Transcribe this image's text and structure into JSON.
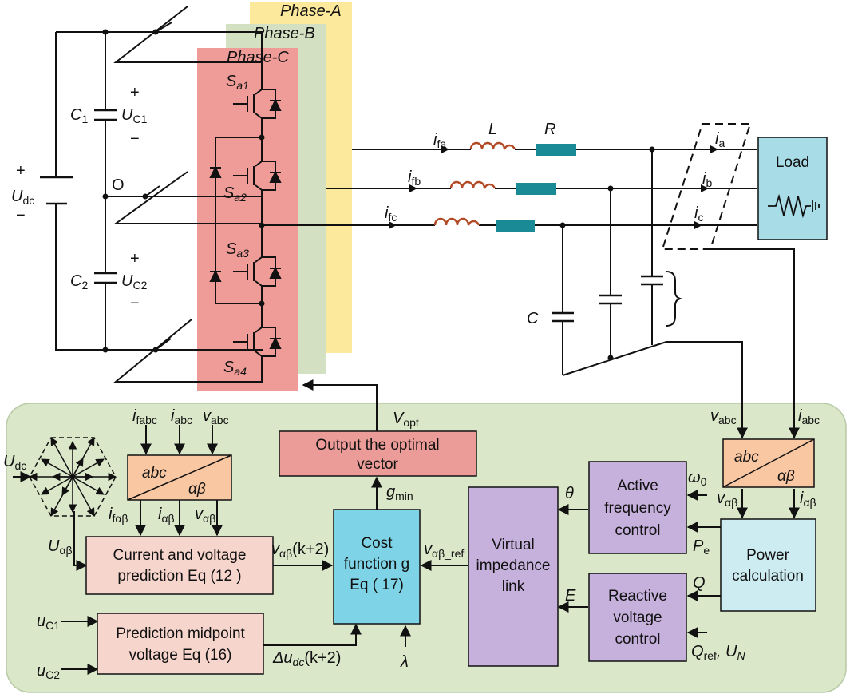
{
  "phases": {
    "a": "Phase-A",
    "b": "Phase-B",
    "c": "Phase-C"
  },
  "labels": {
    "udc_plus": "+",
    "udc_minus": "−",
    "udc": "U",
    "udc_sub": "dc",
    "c1": "C",
    "c1_sub": "1",
    "uc1": "U",
    "uc1_sub": "C1",
    "uc1_plus": "+",
    "uc1_minus": "−",
    "c2": "C",
    "c2_sub": "2",
    "uc2": "U",
    "uc2_sub": "C2",
    "uc2_plus": "+",
    "uc2_minus": "−",
    "o": "O",
    "sa1": "S",
    "sa1_sub": "a1",
    "sa2": "S",
    "sa2_sub": "a2",
    "sa3": "S",
    "sa3_sub": "a3",
    "sa4": "S",
    "sa4_sub": "a4",
    "ifa": "i",
    "ifa_sub": "fa",
    "ifb": "i",
    "ifb_sub": "fb",
    "ifc": "i",
    "ifc_sub": "fc",
    "L": "L",
    "R": "R",
    "C": "C",
    "ia": "i",
    "ia_sub": "a",
    "ib": "i",
    "ib_sub": "b",
    "ic": "i",
    "ic_sub": "c",
    "load": "Load"
  },
  "control": {
    "vopt": "V",
    "vopt_sub": "opt",
    "output_block_line1": "Output the optimal",
    "output_block_line2": "vector",
    "gmin": "g",
    "gmin_sub": "min",
    "inputs_top": {
      "ifabc": "i",
      "ifabc_sub": "fabc",
      "iabc": "i",
      "iabc_sub": "abc",
      "vabc": "v",
      "vabc_sub": "abc"
    },
    "udc_left": "U",
    "udc_left_sub": "dc",
    "transform_abc": "abc",
    "transform_ab": "αβ",
    "outs_transform": {
      "ifab": "i",
      "ifab_sub": "fαβ",
      "iab": "i",
      "iab_sub": "αβ",
      "vab": "v",
      "vab_sub": "αβ"
    },
    "uab": "U",
    "uab_sub": "αβ",
    "prediction_line1": "Current and voltage",
    "prediction_line2": "prediction Eq (12 )",
    "vab_k2": "v",
    "vab_k2_sub": "αβ",
    "vab_k2_tail": "(k+2)",
    "cost_line1": "Cost",
    "cost_line2": "function g",
    "cost_line3": "Eq ( 17)",
    "vab_ref": "v",
    "vab_ref_sub": "αβ_ref",
    "uc1": "u",
    "uc1_sub": "C1",
    "uc2": "u",
    "uc2_sub": "C2",
    "midpoint_line1": "Prediction midpoint",
    "midpoint_line2": "voltage Eq (16)",
    "delta_udc": "Δu",
    "delta_udc_sub": "dc",
    "delta_udc_tail": "(k+2)",
    "lambda": "λ",
    "virtual_line1": "Virtual",
    "virtual_line2": "impedance",
    "virtual_line3": "link",
    "theta": "θ",
    "E": "E",
    "afc_line1": "Active",
    "afc_line2": "frequency",
    "afc_line3": "control",
    "rvc_line1": "Reactive",
    "rvc_line2": "voltage",
    "rvc_line3": "control",
    "omega0": "ω",
    "omega0_sub": "0",
    "pe": "P",
    "pe_sub": "e",
    "q": "Q",
    "qref": "Q",
    "qref_sub": "ref",
    "qref_tail": ", U",
    "un_sub": "N",
    "vabc_r": "v",
    "vabc_r_sub": "abc",
    "iabc_r": "i",
    "iabc_r_sub": "abc",
    "vab_r": "v",
    "vab_r_sub": "αβ",
    "iab_r": "i",
    "iab_r_sub": "αβ",
    "power_line1": "Power",
    "power_line2": "calculation"
  }
}
